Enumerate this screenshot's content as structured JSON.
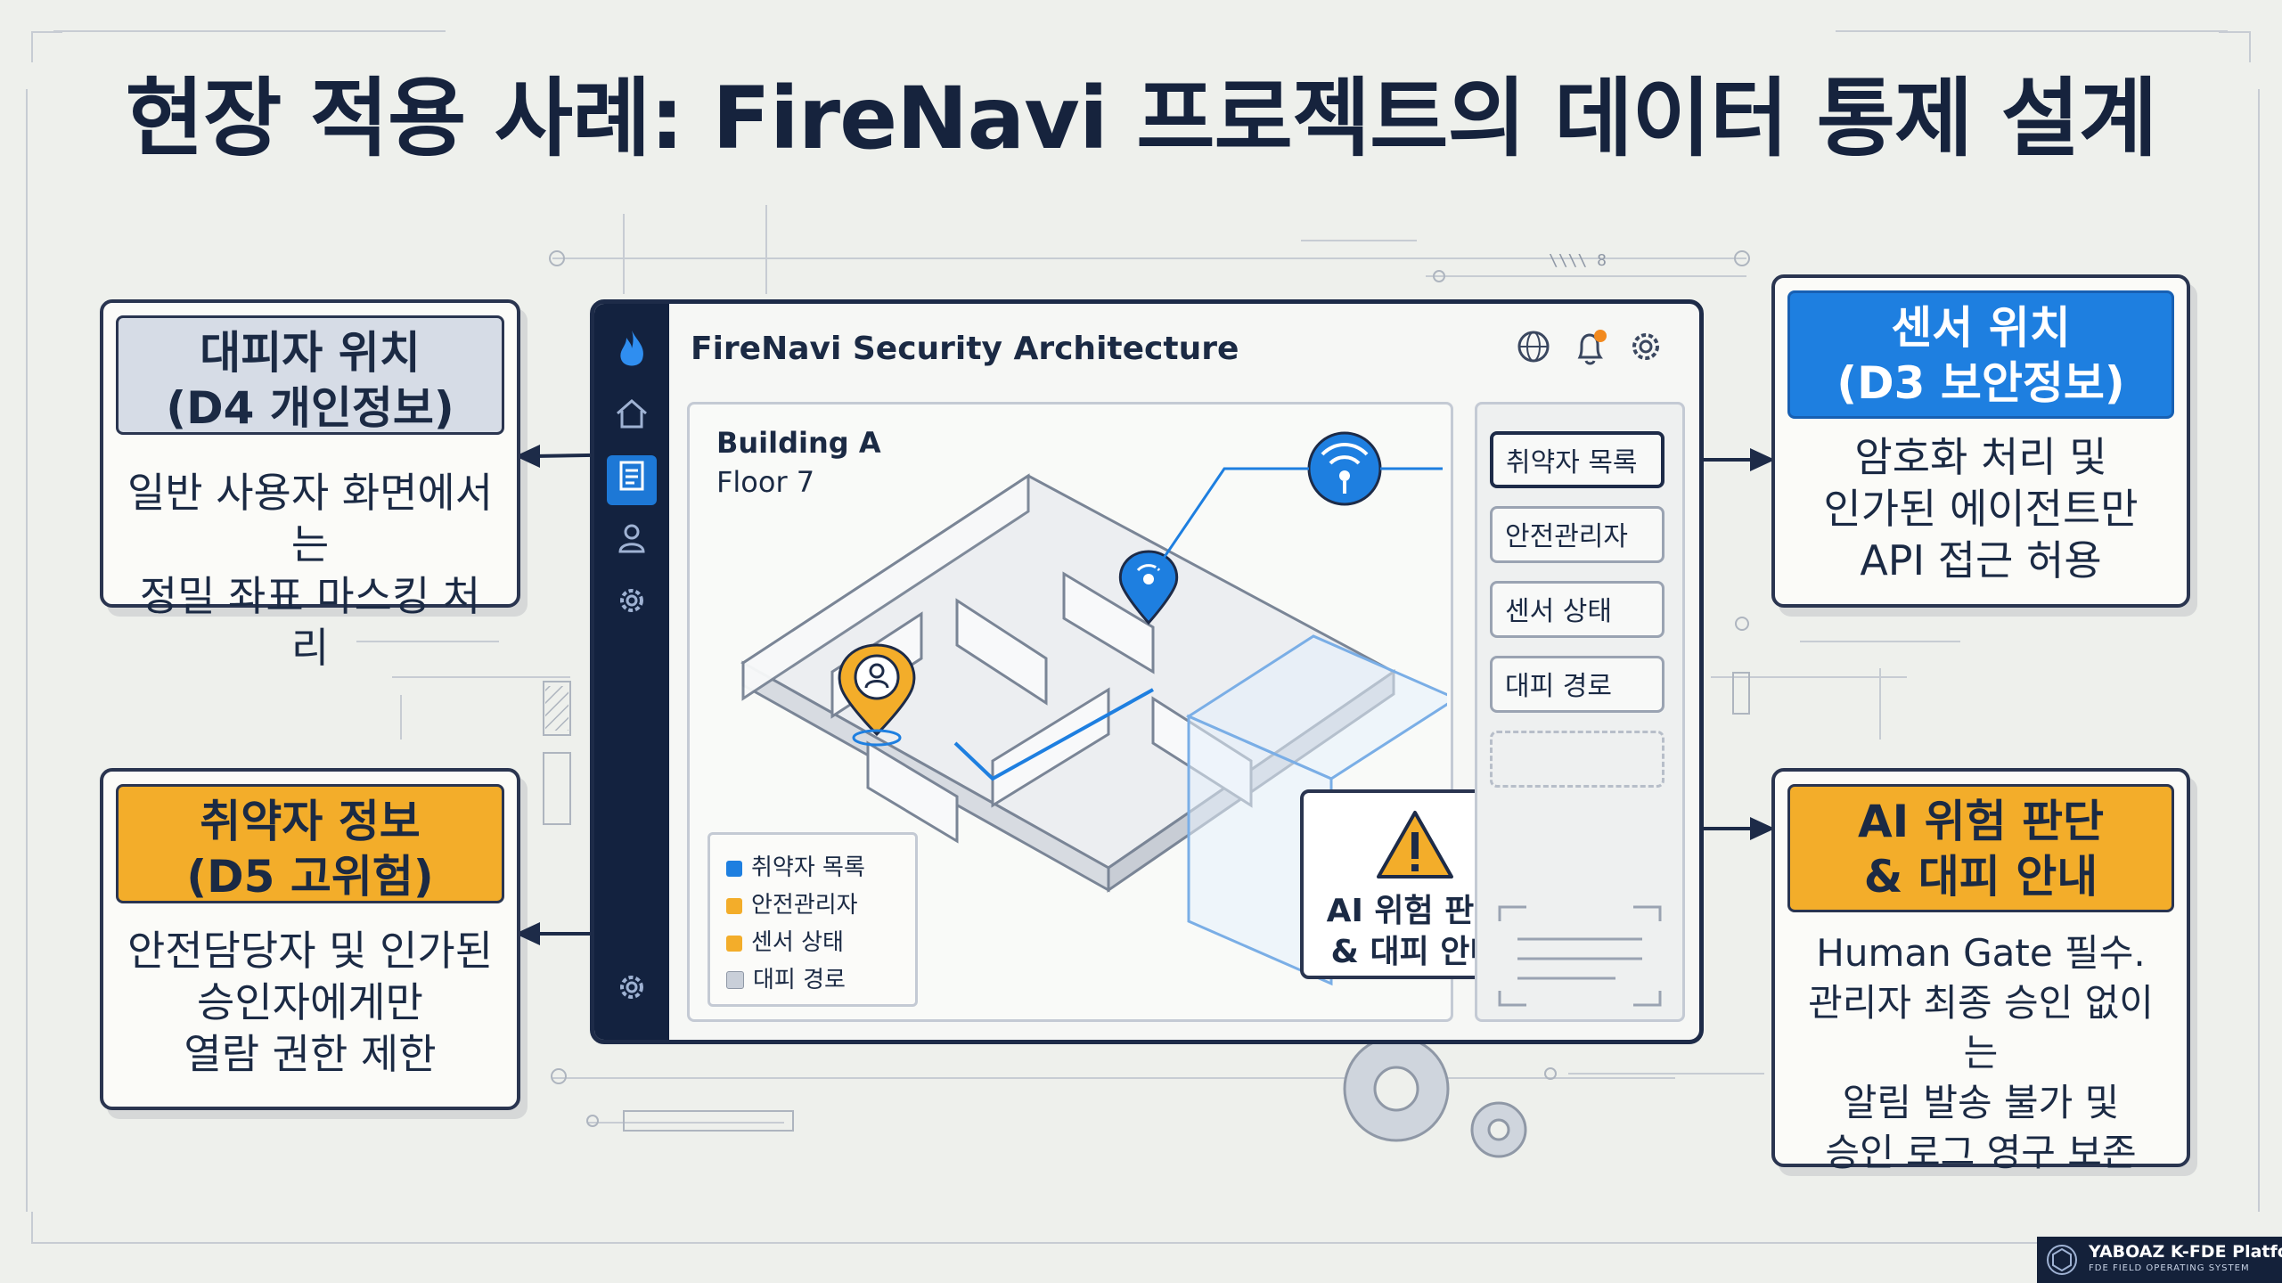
{
  "title": "현장 적용 사례: FireNavi 프로젝트의 데이터 통제 설계",
  "cards": {
    "evacuee_location": {
      "heading_line1": "대피자 위치",
      "heading_line2": "(D4 개인정보)",
      "body_line1": "일반 사용자 화면에서는",
      "body_line2": "정밀 좌표 마스킹 처리"
    },
    "vulnerable_info": {
      "heading_line1": "취약자 정보",
      "heading_line2": "(D5 고위험)",
      "body_line1": "안전담당자 및 인가된",
      "body_line2": "승인자에게만",
      "body_line3": "열람 권한 제한"
    },
    "sensor_location": {
      "heading_line1": "센서 위치",
      "heading_line2": "(D3 보안정보)",
      "body_line1": "암호화 처리 및",
      "body_line2": "인가된 에이전트만",
      "body_line3": "API 접근 허용"
    },
    "ai_risk": {
      "heading_line1": "AI 위험 판단",
      "heading_line2": "& 대피 안내",
      "body_line1": "Human Gate 필수.",
      "body_line2": "관리자 최종 승인 없이는",
      "body_line3": "알림 발송 불가 및",
      "body_line4": "승인 로그 영구 보존"
    }
  },
  "app": {
    "title": "FireNavi Security Architecture",
    "building": "Building A",
    "floor": "Floor 7",
    "legend": [
      {
        "label": "취약자 목록",
        "color": "#1e7fe0"
      },
      {
        "label": "안전관리자",
        "color": "#f3ad2a"
      },
      {
        "label": "센서 상태",
        "color": "#f3ad2a"
      },
      {
        "label": "대피 경로",
        "color": "#c9cfd9"
      }
    ],
    "right_menu": [
      "취약자 목록",
      "안전관리자",
      "센서 상태",
      "대피 경로"
    ],
    "ai_box_line1": "AI 위험 판단",
    "ai_box_line2": "& 대피 안내"
  },
  "deco_label": "\\\\\\\\ 8",
  "brand": {
    "name": "YABOAZ K-FDE Platform",
    "subtitle": "FDE FIELD OPERATING SYSTEM"
  },
  "colors": {
    "navy": "#13223f",
    "blue": "#1e7fe0",
    "orange": "#f3ad2a",
    "gray": "#d6dce6"
  }
}
